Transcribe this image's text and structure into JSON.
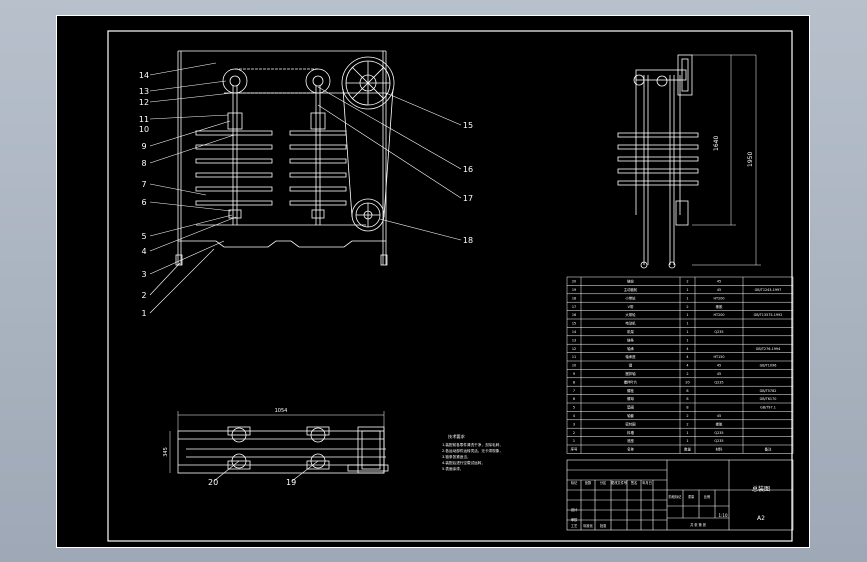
{
  "drawing": {
    "sheet_size": "A2",
    "title_text": "总装图",
    "colors": {
      "background": "#000000",
      "lines": "#ffffff",
      "viewport": "#a9b3c0"
    }
  },
  "front_view": {
    "callouts_left": [
      "14",
      "13",
      "12",
      "11",
      "10",
      "9",
      "8",
      "7",
      "6",
      "5",
      "4",
      "3",
      "2",
      "1"
    ],
    "callouts_right": [
      "15",
      "16",
      "17",
      "18"
    ]
  },
  "top_view": {
    "callouts": [
      "20",
      "19"
    ],
    "width_dim": "1054",
    "height_dim": "345"
  },
  "side_view": {
    "dims": [
      "1640",
      "1950"
    ]
  },
  "notes": {
    "title": "技术要求",
    "lines": [
      "1.装配前各零件清洗干净，去除毛刺，",
      "2.各运动部件运转灵活，无卡滞现象，",
      "3.链条张紧适当，",
      "4.装配后进行空载试运转，",
      "5.表面涂漆，"
    ]
  },
  "bom": {
    "rows": [
      {
        "no": "20",
        "name": "链轮",
        "qty": "2",
        "material": "45",
        "note": ""
      },
      {
        "no": "19",
        "name": "主动链轮",
        "qty": "1",
        "material": "45",
        "note": "GB/T1243-1997"
      },
      {
        "no": "18",
        "name": "小带轮",
        "qty": "1",
        "material": "HT200",
        "note": ""
      },
      {
        "no": "17",
        "name": "V带",
        "qty": "2",
        "material": "橡胶",
        "note": ""
      },
      {
        "no": "16",
        "name": "大带轮",
        "qty": "1",
        "material": "HT200",
        "note": "GB/T13575-1992"
      },
      {
        "no": "15",
        "name": "电动机",
        "qty": "1",
        "material": "",
        "note": ""
      },
      {
        "no": "14",
        "name": "机架",
        "qty": "1",
        "material": "Q235",
        "note": ""
      },
      {
        "no": "13",
        "name": "链条",
        "qty": "1",
        "material": "",
        "note": ""
      },
      {
        "no": "12",
        "name": "轴承",
        "qty": "4",
        "material": "",
        "note": "GB/T276-1994"
      },
      {
        "no": "11",
        "name": "轴承座",
        "qty": "4",
        "material": "HT150",
        "note": ""
      },
      {
        "no": "10",
        "name": "键",
        "qty": "4",
        "material": "45",
        "note": "GB/T1096"
      },
      {
        "no": "9",
        "name": "搅拌轴",
        "qty": "2",
        "material": "45",
        "note": ""
      },
      {
        "no": "8",
        "name": "搅拌叶片",
        "qty": "20",
        "material": "Q235",
        "note": ""
      },
      {
        "no": "7",
        "name": "螺栓",
        "qty": "8",
        "material": "",
        "note": "GB/T5782"
      },
      {
        "no": "6",
        "name": "螺母",
        "qty": "8",
        "material": "",
        "note": "GB/T6170"
      },
      {
        "no": "5",
        "name": "垫圈",
        "qty": "8",
        "material": "",
        "note": "GB/T97.1"
      },
      {
        "no": "4",
        "name": "轴套",
        "qty": "2",
        "material": "45",
        "note": ""
      },
      {
        "no": "3",
        "name": "密封圈",
        "qty": "2",
        "material": "橡胶",
        "note": ""
      },
      {
        "no": "2",
        "name": "料槽",
        "qty": "1",
        "material": "Q235",
        "note": ""
      },
      {
        "no": "1",
        "name": "底座",
        "qty": "1",
        "material": "Q235",
        "note": ""
      }
    ],
    "header": {
      "no": "序号",
      "name": "名称",
      "qty": "数量",
      "material": "材料",
      "note": "备注"
    }
  },
  "title_block": {
    "labels": [
      "设计",
      "审核",
      "工艺",
      "标准化",
      "批准",
      "标记",
      "处数",
      "分区",
      "更改文件号",
      "签名",
      "年月日",
      "阶段标记",
      "重量",
      "比例",
      "共 张 第 张"
    ],
    "scale": "1:10",
    "weight": "",
    "stage": ""
  }
}
